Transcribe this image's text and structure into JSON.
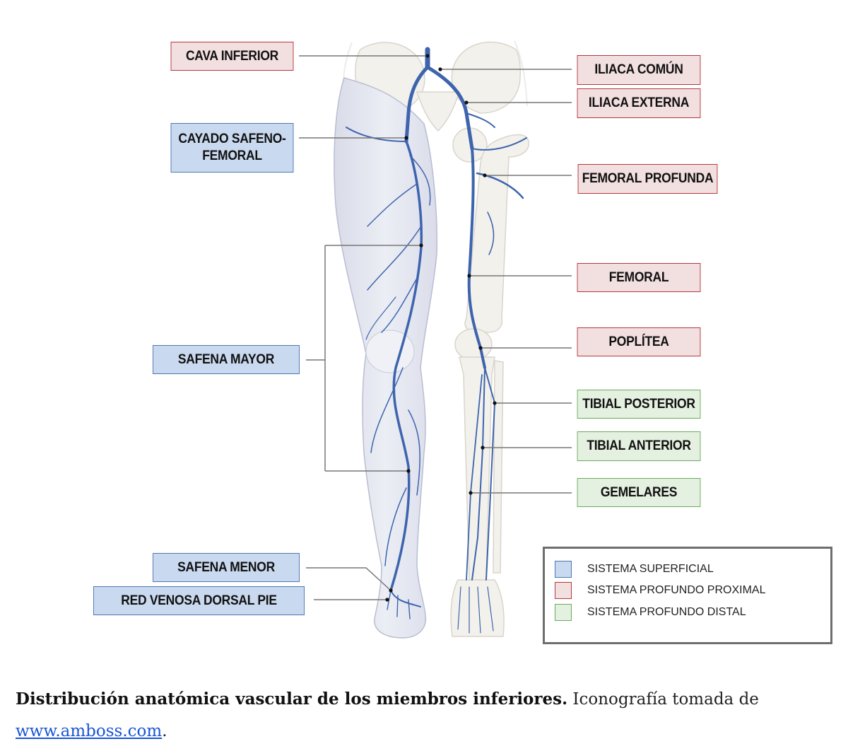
{
  "labels": {
    "cava_inferior": "CAVA INFERIOR",
    "iliaca_comun": "ILIACA COMÚN",
    "iliaca_externa": "ILIACA EXTERNA",
    "cayado_line1": "CAYADO SAFENO-",
    "cayado_line2": "FEMORAL",
    "femoral_profunda": "FEMORAL PROFUNDA",
    "femoral": "FEMORAL",
    "safena_mayor": "SAFENA MAYOR",
    "poplitea": "POPLÍTEA",
    "tibial_posterior": "TIBIAL POSTERIOR",
    "tibial_anterior": "TIBIAL ANTERIOR",
    "gemelares": "GEMELARES",
    "safena_menor": "SAFENA MENOR",
    "red_venosa": "RED VENOSA DORSAL PIE"
  },
  "legend": {
    "superficial": "SISTEMA SUPERFICIAL",
    "profundo_proximal": "SISTEMA PROFUNDO PROXIMAL",
    "profundo_distal": "SISTEMA PROFUNDO DISTAL"
  },
  "colors": {
    "superficial_fill": "#c9d9ef",
    "superficial_border": "#4d77b3",
    "proximal_fill": "#f2dfe0",
    "proximal_border": "#b5373d",
    "distal_fill": "#e4f0e0",
    "distal_border": "#6bab5e",
    "vein": "#3d64ad",
    "link": "#1a55d6"
  },
  "caption": {
    "bold": "Distribución anatómica vascular de los miembros inferiores.",
    "text": " Iconografía tomada de",
    "link": "www.amboss.com",
    "end": "."
  }
}
